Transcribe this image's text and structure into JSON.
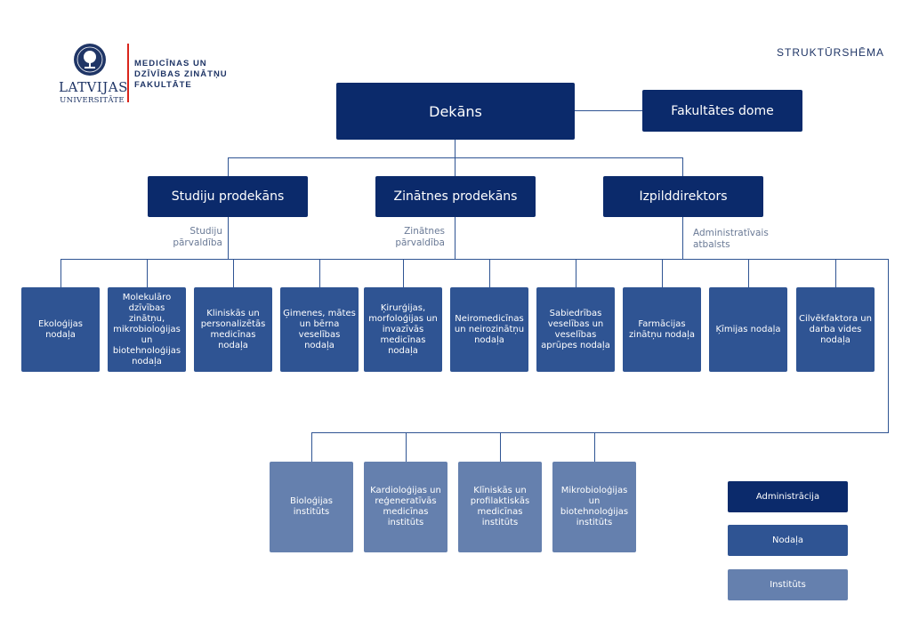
{
  "header": {
    "university_line1": "LATVIJAS",
    "university_line2": "UNIVERSITĀTE",
    "faculty_line1": "MEDICĪNAS UN",
    "faculty_line2": "DZĪVĪBAS ZINĀTŅU",
    "faculty_line3": "FAKULTĀTE",
    "title": "STRUKTŪRSHĒMA"
  },
  "colors": {
    "administration": "#0b2a6b",
    "department": "#2f5493",
    "institute": "#6580ae",
    "accent": "#d9251c"
  },
  "administration": {
    "dean": "Dekāns",
    "council": "Fakultātes dome",
    "study_vice_dean": "Studiju prodekāns",
    "science_vice_dean": "Zinātnes prodekāns",
    "executive_director": "Izpilddirektors"
  },
  "sublabels": {
    "study_1": "Studiju",
    "study_2": "pārvaldība",
    "science_1": "Zinātnes",
    "science_2": "pārvaldība",
    "admin_1": "Administratīvais",
    "admin_2": "atbalsts"
  },
  "departments": [
    "Ekoloģijas nodaļa",
    "Molekulāro dzīvības zinātņu, mikrobioloģijas un biotehnoloģijas nodaļa",
    "Kliniskās un personalizētās medicīnas nodaļa",
    "Ģimenes, mātes un bērna veselības nodaļa",
    "Ķirurģijas, morfoloģijas un invazīvās medicīnas nodaļa",
    "Neiromedicīnas un neirozinātņu nodaļa",
    "Sabiedrības veselības un veselības aprūpes nodaļa",
    "Farmācijas zinātņu nodaļa",
    "Ķīmijas nodaļa",
    "Cilvēkfaktora un darba vides nodaļa"
  ],
  "institutes": [
    "Bioloģijas institūts",
    "Kardioloģijas un reģeneratīvās medicīnas institūts",
    "Klīniskās un profilaktiskās medicīnas institūts",
    "Mikrobioloģijas un biotehnoloģijas institūts"
  ],
  "legend": {
    "administration": "Administrācija",
    "department": "Nodaļa",
    "institute": "Institūts"
  }
}
